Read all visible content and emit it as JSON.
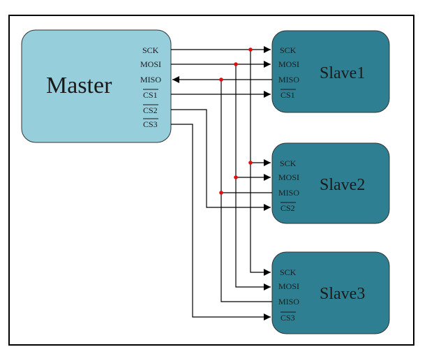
{
  "master": {
    "label": "Master",
    "fill": "#96cedc",
    "pins": [
      "SCK",
      "MOSI",
      "MISO",
      "CS1",
      "CS2",
      "CS3"
    ]
  },
  "slaves": [
    {
      "label": "Slave1",
      "pins": [
        "SCK",
        "MOSI",
        "MISO",
        "CS1"
      ]
    },
    {
      "label": "Slave2",
      "pins": [
        "SCK",
        "MOSI",
        "MISO",
        "CS2"
      ]
    },
    {
      "label": "Slave3",
      "pins": [
        "SCK",
        "MOSI",
        "MISO",
        "CS3"
      ]
    }
  ],
  "slave_fill": "#2f7f92",
  "junction_color": "#e01010"
}
